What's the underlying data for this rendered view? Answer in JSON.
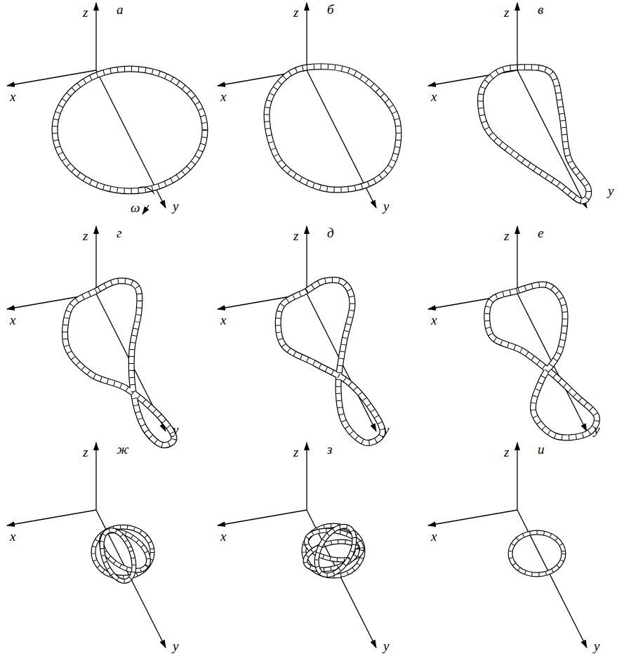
{
  "diagram": {
    "labels": [
      "а",
      "z",
      "x",
      "y",
      "ω",
      "б",
      "z",
      "x",
      "y",
      "в",
      "z",
      "x",
      "y",
      "г",
      "z",
      "x",
      "y",
      "д",
      "z",
      "x",
      "y",
      "е",
      "z",
      "x",
      "y",
      "ж",
      "z",
      "x",
      "y",
      "з",
      "z",
      "x",
      "y",
      "и",
      "z",
      "x",
      "y"
    ]
  }
}
